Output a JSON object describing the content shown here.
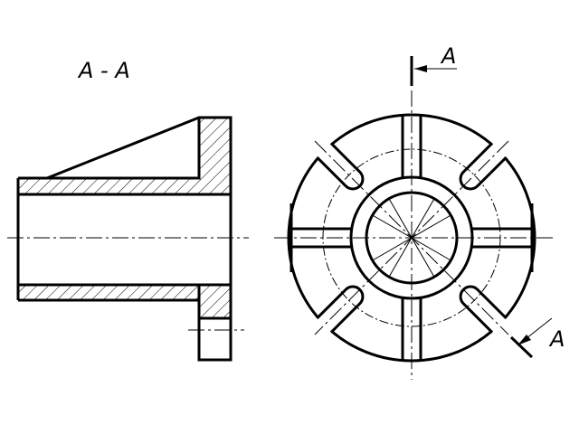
{
  "section_title": "A - A",
  "cut_top_label": "A",
  "cut_bottom_label": "A"
}
